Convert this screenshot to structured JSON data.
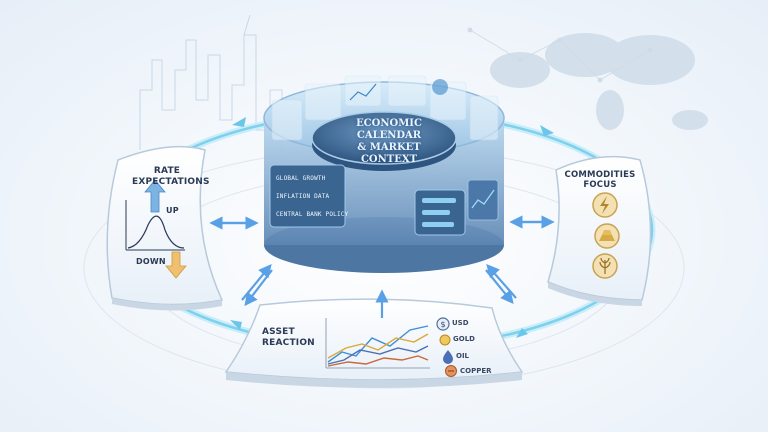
{
  "center": {
    "title_lines": [
      "ECONOMIC",
      "CALENDAR",
      "& MARKET",
      "CONTEXT"
    ],
    "panel_items": [
      "GLOBAL GROWTH",
      "INFLATION DATA",
      "CENTRAL BANK POLICY"
    ]
  },
  "rate_panel": {
    "title_lines": [
      "RATE",
      "EXPECTATIONS"
    ],
    "up_label": "UP",
    "down_label": "DOWN"
  },
  "commodities_panel": {
    "title_lines": [
      "COMMODITIES",
      "FOCUS"
    ],
    "icons": [
      "lightning-icon",
      "gold-bars-icon",
      "wheat-icon"
    ]
  },
  "asset_panel": {
    "title_lines": [
      "ASSET",
      "REACTION"
    ],
    "legend": [
      {
        "label": "USD",
        "icon": "dollar-coin-icon",
        "color": "#3d8fd6"
      },
      {
        "label": "GOLD",
        "icon": "gold-coin-icon",
        "color": "#d9a93a"
      },
      {
        "label": "OIL",
        "icon": "oil-drop-icon",
        "color": "#4a6fb5"
      },
      {
        "label": "COPPER",
        "icon": "copper-coin-icon",
        "color": "#c86a3a"
      }
    ]
  },
  "colors": {
    "flow_arrow": "#5aa0e6",
    "flow_ring": "#8fd6f0",
    "drum_top": "#3f6f9c",
    "panel_bg": "#f8fbff"
  }
}
